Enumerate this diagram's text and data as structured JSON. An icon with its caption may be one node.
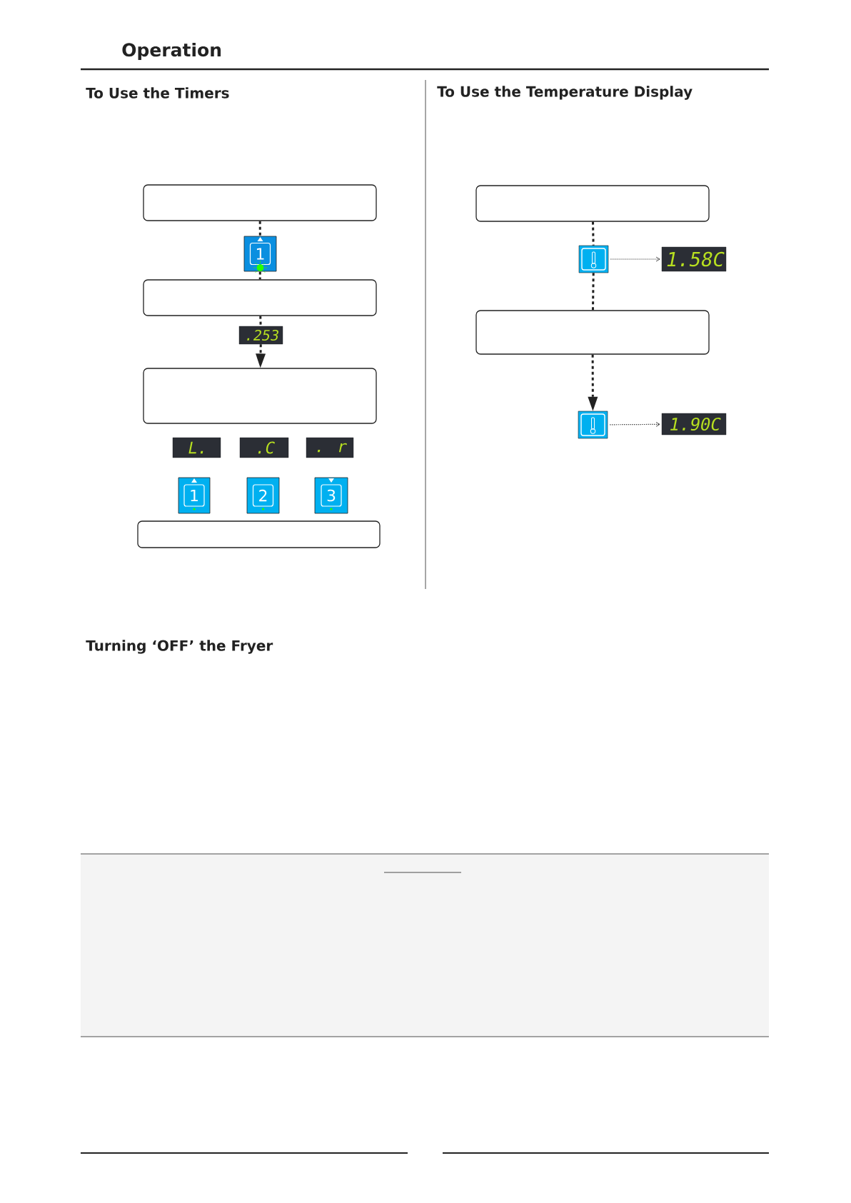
{
  "diagram": {
    "title": "Operation",
    "nodes": [
      {
        "text": [],
        "shape": "box"
      },
      {
        "text": [
          "1"
        ]
      },
      {
        "text": [],
        "shape": "box"
      },
      {
        "text": [
          ".253"
        ]
      },
      {
        "text": [],
        "shape": "box"
      },
      {
        "text": [
          "L."
        ]
      },
      {
        "text": [
          ".C"
        ]
      },
      {
        "text": [
          ". r"
        ]
      },
      {
        "text": [
          "1"
        ]
      },
      {
        "text": [
          "2"
        ]
      },
      {
        "text": [
          "3"
        ]
      },
      {
        "text": [],
        "shape": "box"
      },
      {
        "text": [],
        "shape": "box"
      },
      {
        "text": [],
        "shape": "box"
      },
      {
        "text": [
          "1.58C"
        ]
      },
      {
        "text": [],
        "shape": "box"
      },
      {
        "text": [],
        "shape": "box"
      },
      {
        "text": [
          "1.90C"
        ]
      }
    ],
    "edges": [
      {
        "from": 0,
        "to": 1,
        "arrow": "none",
        "style": "dashed"
      },
      {
        "from": 1,
        "to": 2,
        "arrow": "none",
        "style": "dashed"
      },
      {
        "from": 2,
        "to": 3,
        "arrow": "none",
        "style": "dashed"
      },
      {
        "from": 3,
        "to": 4,
        "arrow": "to",
        "style": "dashed"
      },
      {
        "from": 12,
        "to": 13,
        "arrow": "none",
        "style": "dashed"
      },
      {
        "from": 13,
        "to": 15,
        "arrow": "none",
        "style": "dashed"
      },
      {
        "from": 15,
        "to": 16,
        "arrow": "to",
        "style": "dashed"
      },
      {
        "from": 13,
        "to": 14,
        "arrow": "to"
      },
      {
        "from": 16,
        "to": 17,
        "arrow": "to"
      }
    ],
    "labels": [
      "To Use the Timers",
      "To Use the Temperature Display",
      "Turning ‘OFF’ the Fryer"
    ]
  }
}
